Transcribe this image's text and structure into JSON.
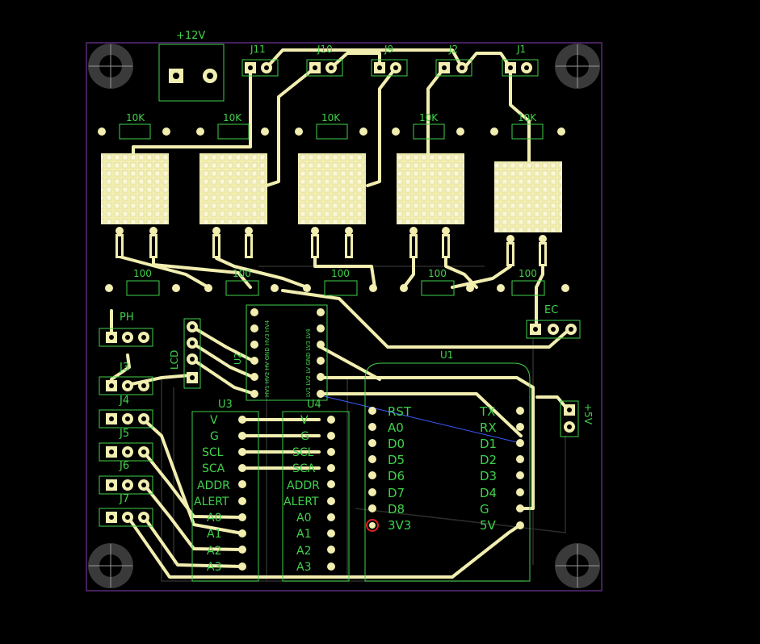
{
  "power": {
    "v12": "+12V",
    "v5": "+5V"
  },
  "jacks": [
    "J11",
    "J10",
    "J9",
    "J2",
    "J1"
  ],
  "resistors_top": [
    "10K",
    "10K",
    "10K",
    "10K",
    "10K"
  ],
  "resistors_bottom": [
    "100",
    "100",
    "100",
    "100",
    "100"
  ],
  "left_headers": [
    "PH",
    "J3",
    "J4",
    "J5",
    "J6",
    "J7"
  ],
  "lcd_label": "LCD",
  "ec_label": "EC",
  "u1": {
    "label": "U1",
    "left_pins": [
      "RST",
      "A0",
      "D0",
      "D5",
      "D6",
      "D7",
      "D8",
      "3V3"
    ],
    "right_pins": [
      "TX",
      "RX",
      "D1",
      "D2",
      "D3",
      "D4",
      "G",
      "5V"
    ]
  },
  "u2": {
    "label": "U2",
    "pins_text": "HV1 HV2 HV GND HV3 HV4"
  },
  "u3": {
    "label": "U3",
    "pins": [
      "V",
      "G",
      "SCL",
      "SCA",
      "ADDR",
      "ALERT",
      "A0",
      "A1",
      "A2",
      "A3"
    ]
  },
  "u4": {
    "label": "U4",
    "pins": [
      "V",
      "G",
      "SCL",
      "SCA",
      "ADDR",
      "ALERT",
      "A0",
      "A1",
      "A2",
      "A3"
    ],
    "pins_text": "LV1 LV2 LV GND LV3 LV4"
  }
}
